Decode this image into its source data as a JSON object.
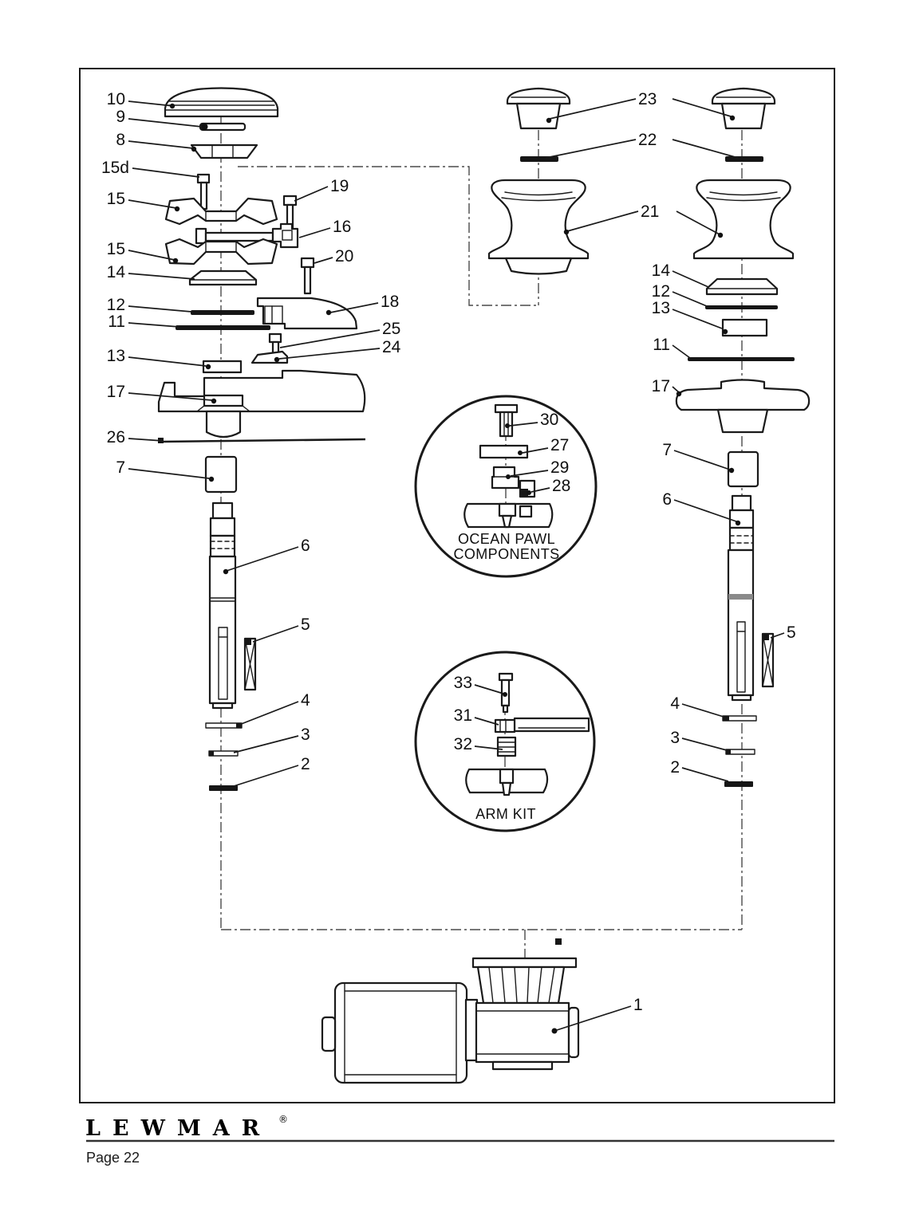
{
  "parts": {
    "left": {
      "p10": "10",
      "p9": "9",
      "p8": "8",
      "p15d": "15d",
      "p15_upper": "15",
      "p19": "19",
      "p16": "16",
      "p15_lower": "15",
      "p20": "20",
      "p14": "14",
      "p12": "12",
      "p11": "11",
      "p18": "18",
      "p25": "25",
      "p24": "24",
      "p13": "13",
      "p17": "17",
      "p26": "26",
      "p7": "7",
      "p6": "6",
      "p5": "5",
      "p4": "4",
      "p3": "3",
      "p2": "2"
    },
    "top": {
      "p23": "23",
      "p22": "22",
      "p21": "21"
    },
    "right": {
      "p14": "14",
      "p12": "12",
      "p13": "13",
      "p11": "11",
      "p17": "17",
      "p7": "7",
      "p6": "6",
      "p5": "5",
      "p4": "4",
      "p3": "3",
      "p2": "2"
    },
    "motor": {
      "p1": "1"
    },
    "ocean_pawl": {
      "labels": {
        "p30": "30",
        "p27": "27",
        "p29": "29",
        "p28": "28"
      },
      "caption_line1": "OCEAN PAWL",
      "caption_line2": "COMPONENTS"
    },
    "arm_kit": {
      "labels": {
        "p33": "33",
        "p31": "31",
        "p32": "32"
      },
      "caption": "ARM KIT"
    }
  },
  "footer": {
    "brand": "LEWMAR",
    "registered": "®",
    "page": "Page 22"
  },
  "colors": {
    "ink": "#1a1a1a",
    "paper": "#ffffff"
  }
}
